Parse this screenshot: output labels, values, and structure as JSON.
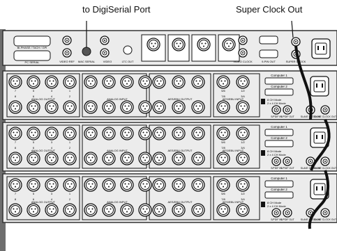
{
  "callouts": {
    "digiserial": "to DigiSerial Port",
    "superclock": "Super Clock Out"
  },
  "sync_unit": {
    "ports": {
      "position_tach": "BI-PHASE / TACH / GPI",
      "pc_serial": "PC SERIAL",
      "video_ref": "VIDEO REF",
      "mac_serial": "MAC SERIAL",
      "video": "VIDEO",
      "ltc_out": "LTC OUT",
      "video_clock": "VIDEO CLOCK",
      "rs422": "9-PIN OUT",
      "super_clock": "SUPER CLOCK",
      "power": "POWER"
    }
  },
  "audio_interfaces": {
    "count": 3,
    "section_labels": {
      "analog_output": "ANALOG OUTPUT",
      "analog_input": "ANALOG INPUT",
      "aes_output": "AES/EBU OUTPUT",
      "aes_input": "AES/EBU INPUT",
      "computer1": "Computer 1",
      "computer2": "Computer 2",
      "mode8": "8 CH Mode",
      "mode2x4": "2 x 4 CH Mode",
      "spdif_in": "S/PDIF IN",
      "spdif_out": "S/PDIF OUT",
      "slave_clock_in": "SLAVE CLOCK IN",
      "slave_clock_out": "SLAVE CLOCK OUT"
    },
    "output_numbers_top": [
      "7",
      "5",
      "3",
      "1"
    ],
    "output_numbers_bottom": [
      "8",
      "6",
      "4",
      "2"
    ],
    "aes_numbers_top": [
      "5/6",
      "1/2"
    ],
    "aes_numbers_bottom": [
      "7/8",
      "3/4"
    ]
  },
  "colors": {
    "cable": "#111111",
    "panel": "#e8e8e8",
    "rack": "#6e6e6e"
  }
}
